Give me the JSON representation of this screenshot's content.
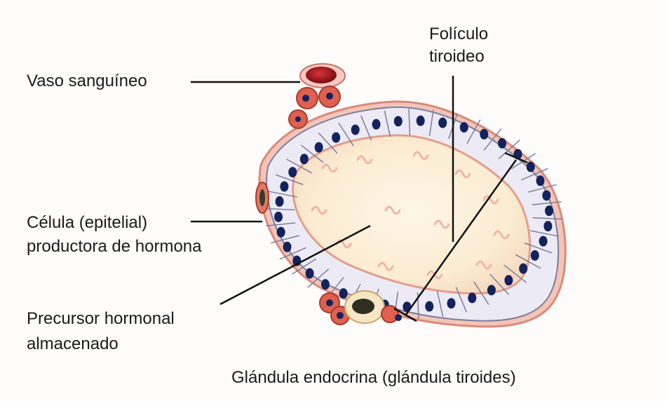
{
  "labels": {
    "vaso": "Vaso sanguíneo",
    "celula_1": "Célula (epitelial)",
    "celula_2": "productora de hormona",
    "precursor_1": "Precursor hormonal",
    "precursor_2": "almacenado",
    "foliculo_1": "Folículo",
    "foliculo_2": "tiroideo",
    "caption": "Glándula endocrina (glándula tiroides)"
  },
  "colors": {
    "cell_fill": "#eceaf4",
    "cell_stroke": "#7c7f9c",
    "nucleus": "#14235e",
    "capsule": "#e8998a",
    "colloid": "#fbf1d8",
    "colloid_swirl": "#f2b3a6",
    "blood": "#a3141b",
    "blood_cell": "#e0604f",
    "leader": "#111111"
  }
}
